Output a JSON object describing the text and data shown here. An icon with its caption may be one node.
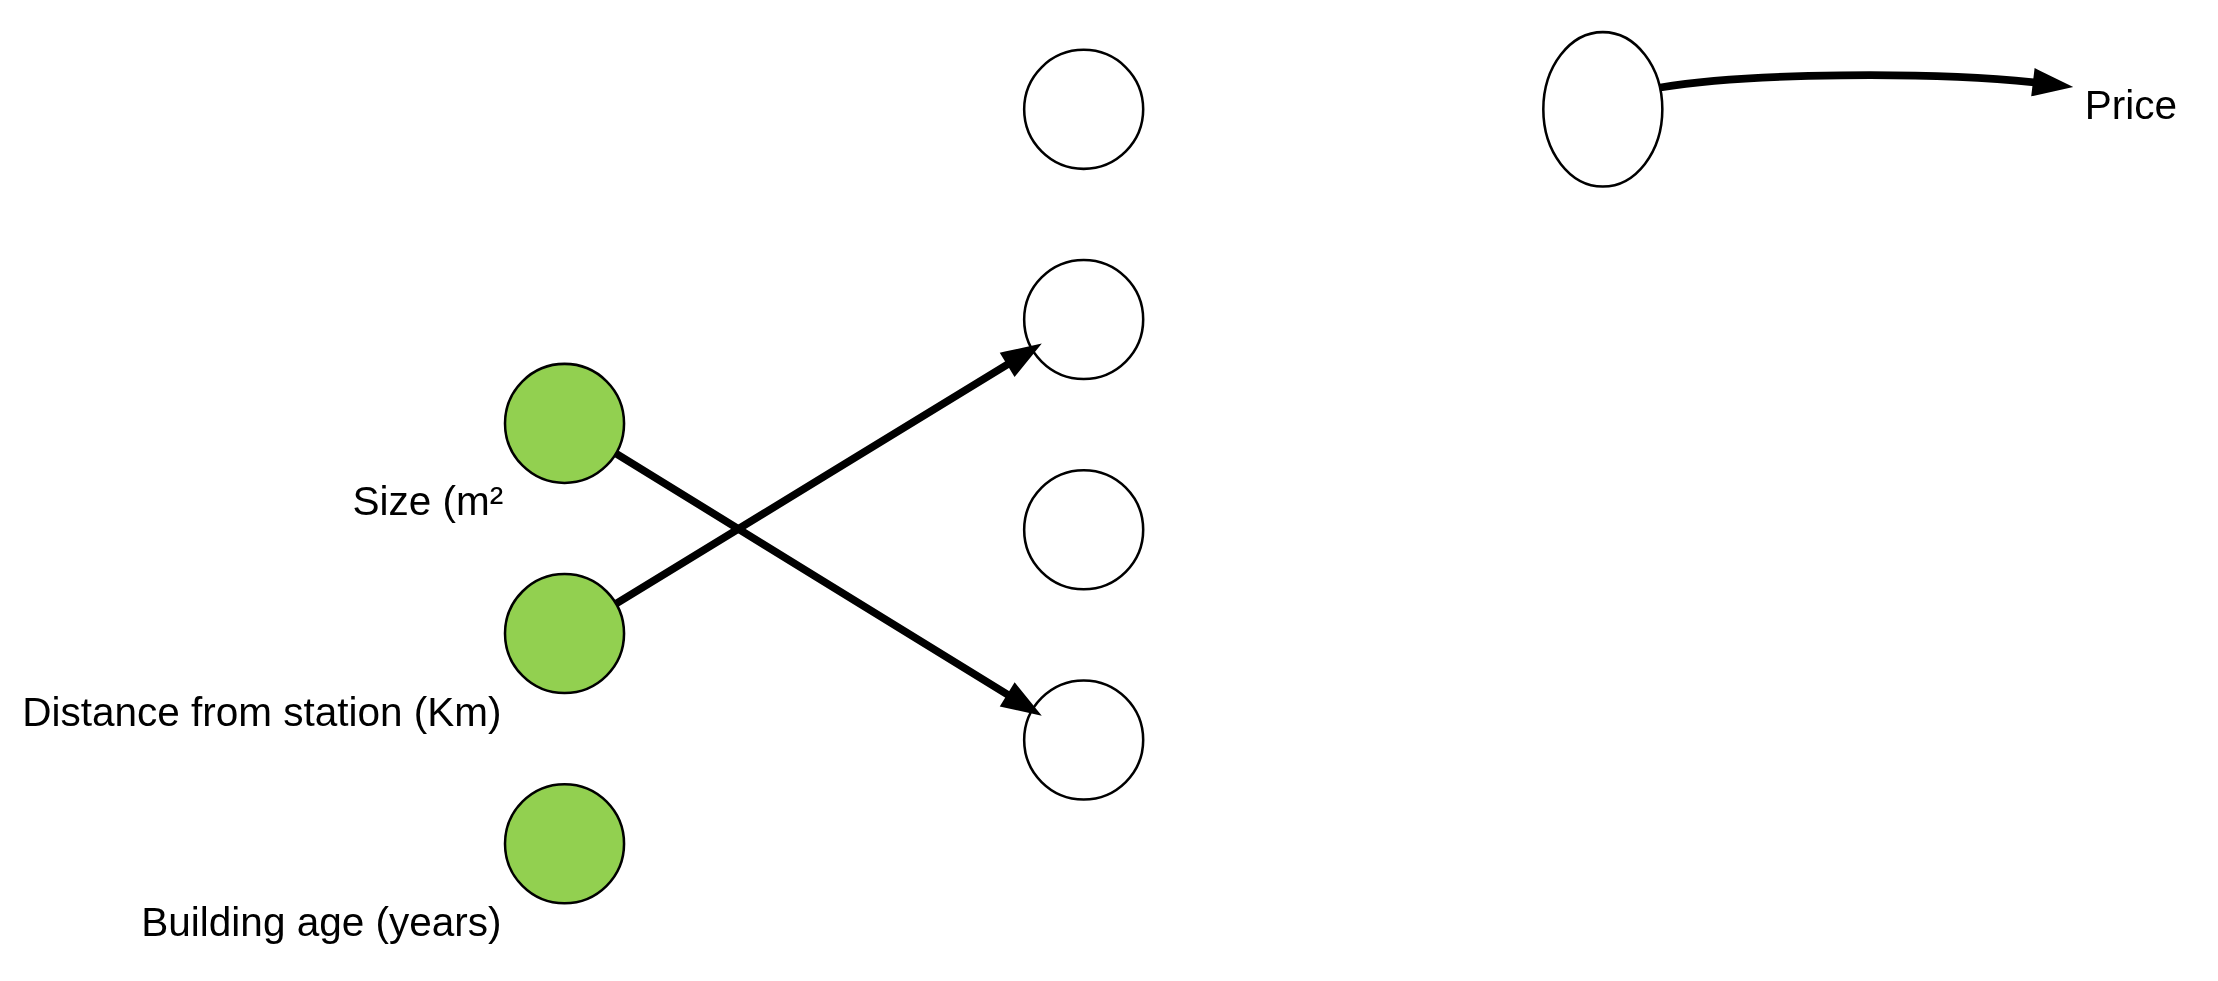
{
  "diagram": {
    "nodes": [
      {
        "text": [],
        "shape": "circle",
        "beside": [
          "Size (m²"
        ]
      },
      {
        "text": [],
        "shape": "circle",
        "beside": [
          "Distance from station (Km)"
        ]
      },
      {
        "text": [],
        "shape": "circle",
        "beside": [
          "Building age (years)"
        ]
      },
      {
        "text": [],
        "shape": "circle"
      },
      {
        "text": [],
        "shape": "circle"
      },
      {
        "text": [],
        "shape": "circle"
      },
      {
        "text": [],
        "shape": "circle"
      },
      {
        "text": [],
        "shape": "circle"
      },
      {
        "text": [
          "Price"
        ]
      }
    ],
    "edges": [
      {
        "from": 0,
        "to": 6,
        "arrow": "to"
      },
      {
        "from": 1,
        "to": 4,
        "arrow": "to"
      },
      {
        "from": 7,
        "to": 8,
        "arrow": "to"
      }
    ]
  }
}
